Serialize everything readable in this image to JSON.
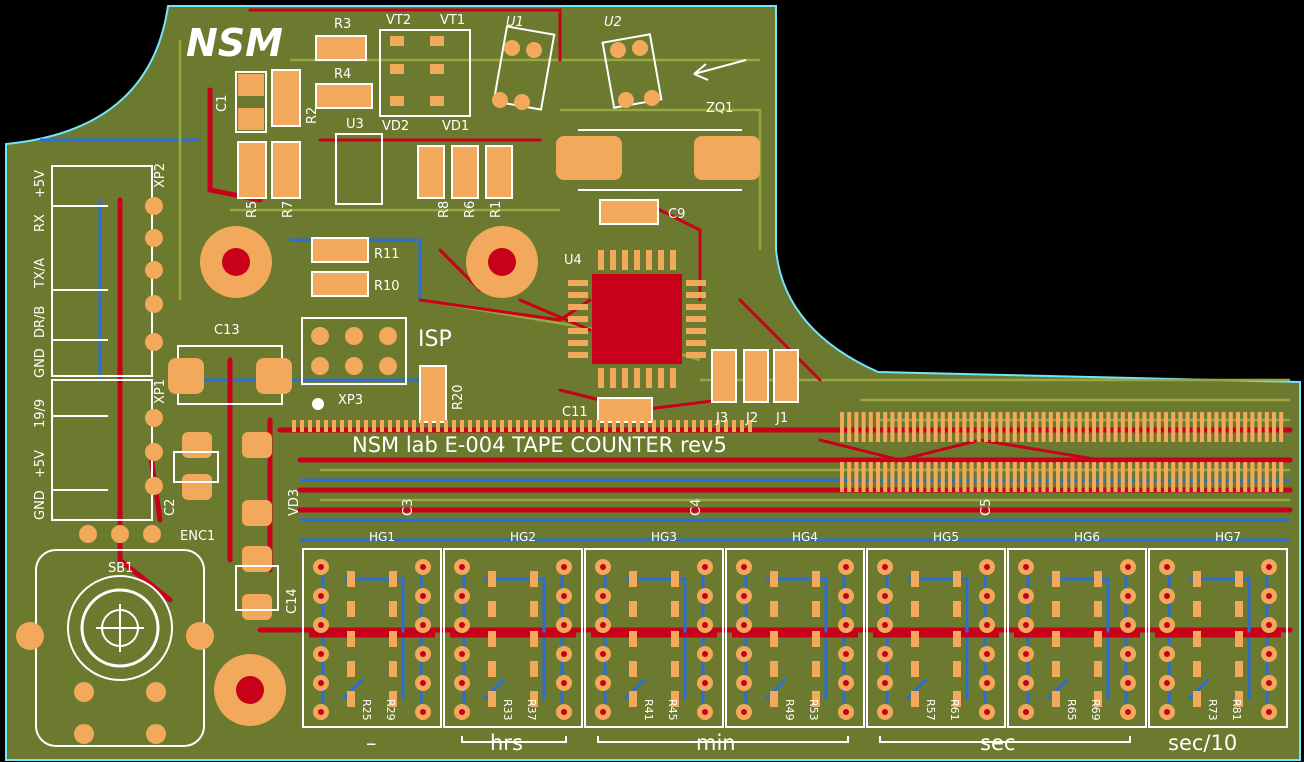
{
  "colors": {
    "background": "#000000",
    "board": "#6b7a2e",
    "outline": "#6fe7ff",
    "copper_top": "#c8001a",
    "copper_bottom": "#2a6ed6",
    "pad": "#f2a95c",
    "trace_green": "#9aa640",
    "silk": "#ffffff"
  },
  "logo": "NSM",
  "board_title": "NSM lab E-004 TAPE COUNTER rev5",
  "isp_label": "ISP",
  "connectors": {
    "xp2": {
      "ref": "XP2",
      "pins": [
        "+5V",
        "RX",
        "TX/A",
        "DR/B",
        "GND"
      ]
    },
    "xp1": {
      "ref": "XP1",
      "pins": [
        "19/9",
        "+5V",
        "GND"
      ]
    },
    "xp3": {
      "ref": "XP3"
    }
  },
  "top_components": [
    "R3",
    "R4",
    "VT2",
    "VT1",
    "U1",
    "U2",
    "C1",
    "R2",
    "U3",
    "VD2",
    "VD1",
    "ZQ1",
    "R5",
    "R7",
    "R8",
    "R6",
    "R1",
    "C9",
    "U4",
    "R11",
    "R10",
    "C13",
    "R20",
    "C11",
    "J3",
    "J2",
    "J1"
  ],
  "bottom_components": [
    "C2",
    "VD3",
    "C3",
    "C4",
    "C5",
    "C14",
    "ENC1",
    "SB1"
  ],
  "digits": [
    "HG1",
    "HG2",
    "HG3",
    "HG4",
    "HG5",
    "HG6",
    "HG7"
  ],
  "digit_resistors": [
    [
      "R25",
      "R29"
    ],
    [
      "R33",
      "R37"
    ],
    [
      "R41",
      "R45"
    ],
    [
      "R49",
      "R53"
    ],
    [
      "R57",
      "R61"
    ],
    [
      "R65",
      "R69"
    ],
    [
      "R73",
      "R81"
    ]
  ],
  "groups": [
    {
      "label": "–"
    },
    {
      "label": "hrs"
    },
    {
      "label": "min"
    },
    {
      "label": "sec"
    },
    {
      "label": "sec/10"
    }
  ]
}
